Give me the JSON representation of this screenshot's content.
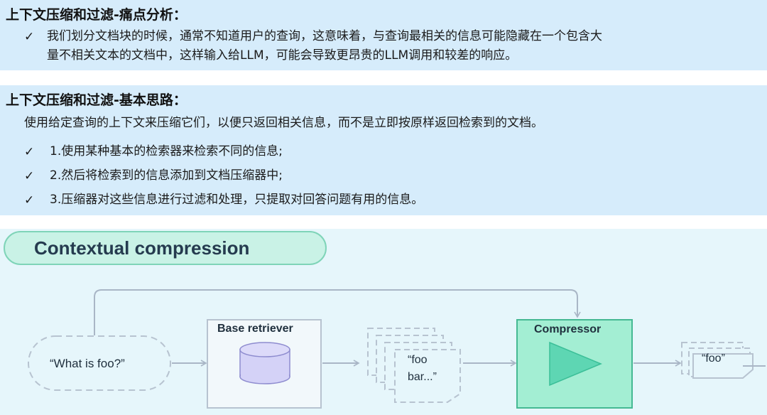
{
  "section1": {
    "title": "上下文压缩和过滤-痛点分析：",
    "bullet_mark": "✓",
    "bullet_line1": "我们划分文档块的时候，通常不知道用户的查询，这意味着，与查询最相关的信息可能隐藏在一个包含大",
    "bullet_line2": "量不相关文本的文档中，这样输入给LLM，可能会导致更昂贵的LLM调用和较差的响应。"
  },
  "section2": {
    "title": "上下文压缩和过滤-基本思路：",
    "intro": "使用给定查询的上下文来压缩它们，以便只返回相关信息，而不是立即按原样返回检索到的文档。",
    "bullet_mark": "✓",
    "steps": [
      "1.使用某种基本的检索器来检索不同的信息;",
      "2.然后将检索到的信息添加到文档压缩器中;",
      "3.压缩器对这些信息进行过滤和处理，只提取对回答问题有用的信息。"
    ]
  },
  "diagram": {
    "title": "Contextual compression",
    "query": "“What is foo?”",
    "retriever_label": "Base retriever",
    "docs_line1": "“foo",
    "docs_line2": "bar...”",
    "compressor_label": "Compressor",
    "output": "“foo”",
    "colors": {
      "background": "#e6f6fb",
      "title_pill_fill": "#c9f2e6",
      "title_pill_stroke": "#7fd4b8",
      "compressor_fill": "#a3eed3",
      "compressor_stroke": "#45b993",
      "play_triangle": "#5ed6b3",
      "cylinder": "#d4d2f7",
      "lines": "#a9b6c6"
    }
  }
}
